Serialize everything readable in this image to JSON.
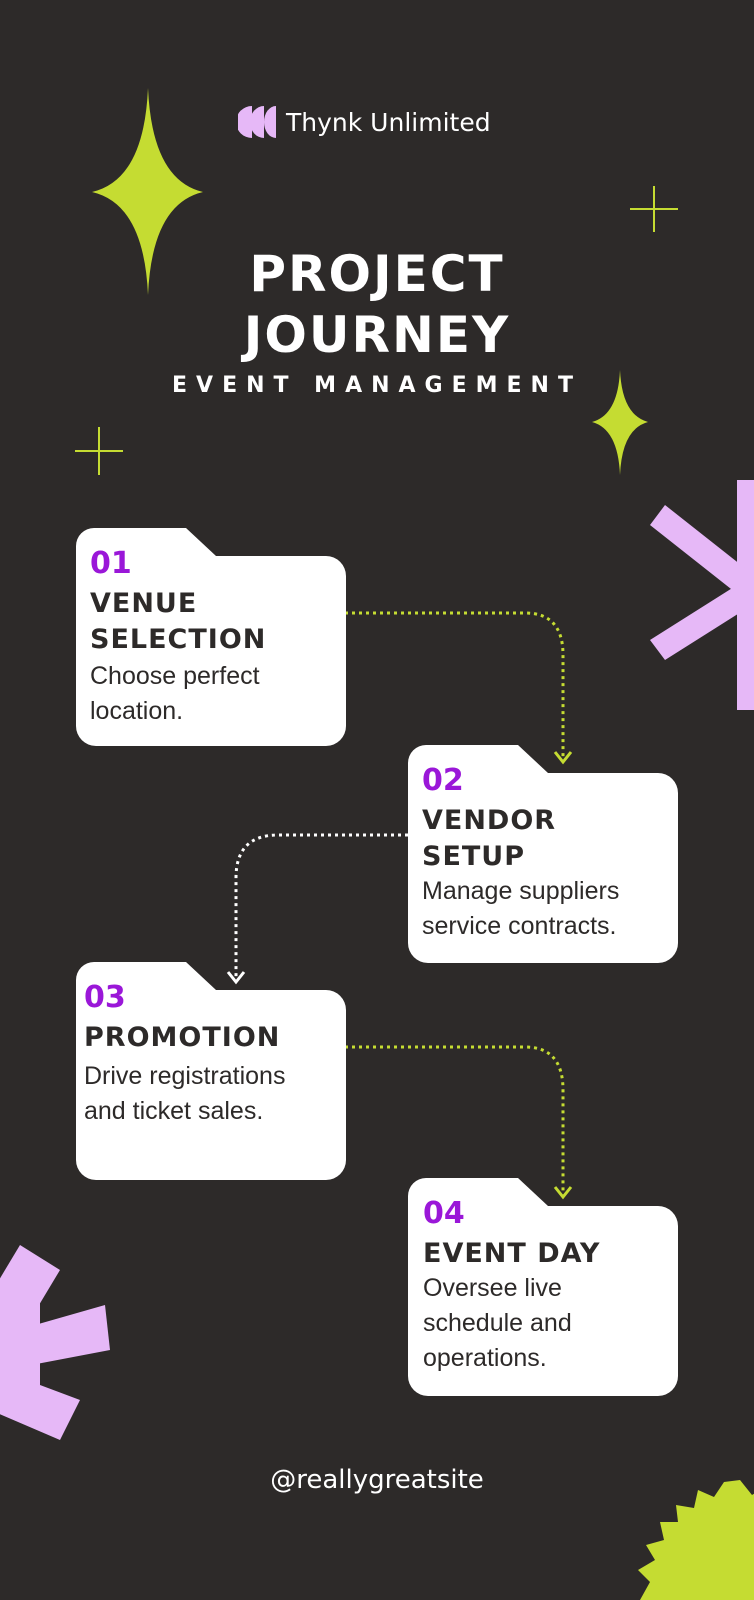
{
  "brand": {
    "name": "Thynk Unlimited"
  },
  "header": {
    "title_line1": "PROJECT",
    "title_line2": "JOURNEY",
    "subtitle": "EVENT MANAGEMENT"
  },
  "steps": [
    {
      "number": "01",
      "title_line1": "VENUE",
      "title_line2": "SELECTION",
      "desc_line1": "Choose perfect",
      "desc_line2": "location."
    },
    {
      "number": "02",
      "title_line1": "VENDOR",
      "title_line2": "SETUP",
      "desc_line1": "Manage suppliers",
      "desc_line2": "service contracts."
    },
    {
      "number": "03",
      "title_line1": "PROMOTION",
      "desc_line1": "Drive registrations",
      "desc_line2": "and ticket sales."
    },
    {
      "number": "04",
      "title_line1": "EVENT DAY",
      "desc_line1": "Oversee live",
      "desc_line2": "schedule and",
      "desc_line3": "operations."
    }
  ],
  "footer": {
    "handle": "@reallygreatsite"
  },
  "colors": {
    "background": "#2d2a29",
    "accent_lime": "#c5dc32",
    "accent_lilac": "#e6b8f7",
    "accent_purple": "#9a17d8",
    "card": "#ffffff"
  }
}
